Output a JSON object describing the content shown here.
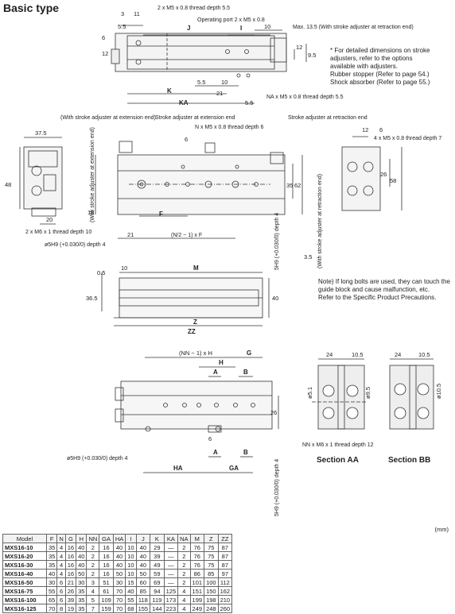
{
  "title": "Basic type",
  "top_view": {
    "dims": {
      "d3": "3",
      "d11": "11",
      "d55a": "5.5",
      "d6": "6",
      "d12": "12",
      "J": "J",
      "I": "I",
      "d10a": "10",
      "d12b": "12",
      "d95": "9.5",
      "K": "K",
      "KA": "KA",
      "d55b": "5.5",
      "d10b": "10",
      "d21": "21",
      "d55c": "5.5"
    },
    "labels": {
      "thread_top": "2 x M5 x 0.8 thread depth 5.5",
      "port": "Operating port 2 x M5 x 0.8",
      "max": "Max. 13.5 (With stroke adjuster at retraction end)",
      "na_thread": "NA x M5 x 0.8 thread depth 5.5"
    }
  },
  "right_note": {
    "bullet": "*",
    "lines": [
      "For detailed dimensions on stroke",
      "adjusters, refer to the options",
      "available with adjusters.",
      "Rubber stopper (Refer to page 54.)",
      "Shock absorber (Refer to page 55.)"
    ]
  },
  "middle_view": {
    "dims": {
      "d375": "37.5",
      "d48": "48",
      "d20": "20",
      "d18": "18",
      "d6": "6",
      "F": "F",
      "d21": "21",
      "d35": "35",
      "d62": "62",
      "d35b": "3.5",
      "d12": "12",
      "d6b": "6",
      "d26": "26",
      "d58": "58"
    },
    "labels": {
      "adj_ext": "(With stroke adjuster at extension end)",
      "stroke_ext": "Stroke adjuster at extension end",
      "n_thread": "N x M5 x 0.8 thread depth 6",
      "note_sup": "Note)",
      "stroke_ret": "Stroke adjuster at retraction end",
      "m6_thread": "2 x M6 x 1 thread depth 10",
      "phi5h9": "ø5H9 (+0.030/0) depth 4",
      "formula": "(N/2 − 1) x F",
      "adj_ext_v": "(With stroke adjuster at extension end)",
      "adj_ret_v": "(With stroke adjuster at retraction end)",
      "h9_depth": "5H9 (+0.030/0) depth 4",
      "m5_right": "4 x M5 x 0.8 thread depth 7"
    }
  },
  "side_view": {
    "dims": {
      "d05": "0.5",
      "d10": "10",
      "M": "M",
      "d365": "36.5",
      "d40": "40",
      "Z": "Z",
      "ZZ": "ZZ"
    },
    "note": [
      "Note) If long bolts are used, they can touch the",
      "guide block and cause malfunction, etc.",
      "Refer to the Specific Product Precautions."
    ]
  },
  "bottom_view": {
    "dims": {
      "NNH": "(NN − 1) x H",
      "G": "G",
      "H": "H",
      "A": "A",
      "B": "B",
      "d26": "26",
      "d6": "6",
      "A2": "A",
      "B2": "B",
      "HA": "HA",
      "GA": "GA"
    },
    "labels": {
      "phi5h9": "ø5H9 (+0.030/0) depth 4",
      "h9_depth": "5H9 (+0.030/0) depth 4",
      "nn_thread": "NN x M6 x 1 thread depth 12"
    }
  },
  "sections": {
    "aa": {
      "title": "Section AA",
      "d24": "24",
      "d105": "10.5",
      "phi51": "ø5.1",
      "phi95": "ø9.5"
    },
    "bb": {
      "title": "Section BB",
      "d24": "24",
      "d105": "10.5",
      "phi105": "ø10.5"
    }
  },
  "table": {
    "unit": "(mm)",
    "headers": [
      "Model",
      "F",
      "N",
      "G",
      "H",
      "NN",
      "GA",
      "HA",
      "I",
      "J",
      "K",
      "KA",
      "NA",
      "M",
      "Z",
      "ZZ"
    ],
    "rows": [
      [
        "MXS16-10",
        "35",
        "4",
        "16",
        "40",
        "2",
        "16",
        "40",
        "10",
        "40",
        "29",
        "—",
        "2",
        "76",
        "75",
        "87"
      ],
      [
        "MXS16-20",
        "35",
        "4",
        "16",
        "40",
        "2",
        "16",
        "40",
        "10",
        "40",
        "39",
        "—",
        "2",
        "76",
        "75",
        "87"
      ],
      [
        "MXS16-30",
        "35",
        "4",
        "16",
        "40",
        "2",
        "16",
        "40",
        "10",
        "40",
        "49",
        "—",
        "2",
        "76",
        "75",
        "87"
      ],
      [
        "MXS16-40",
        "40",
        "4",
        "16",
        "50",
        "2",
        "16",
        "50",
        "10",
        "50",
        "59",
        "—",
        "2",
        "86",
        "85",
        "97"
      ],
      [
        "MXS16-50",
        "30",
        "6",
        "21",
        "30",
        "3",
        "51",
        "30",
        "15",
        "60",
        "69",
        "—",
        "2",
        "101",
        "100",
        "112"
      ],
      [
        "MXS16-75",
        "55",
        "6",
        "26",
        "35",
        "4",
        "61",
        "70",
        "40",
        "85",
        "94",
        "125",
        "4",
        "151",
        "150",
        "162"
      ],
      [
        "MXS16-100",
        "65",
        "6",
        "39",
        "35",
        "5",
        "109",
        "70",
        "55",
        "118",
        "119",
        "173",
        "4",
        "199",
        "198",
        "210"
      ],
      [
        "MXS16-125",
        "70",
        "8",
        "19",
        "35",
        "7",
        "159",
        "70",
        "68",
        "155",
        "144",
        "223",
        "4",
        "249",
        "248",
        "260"
      ]
    ]
  }
}
